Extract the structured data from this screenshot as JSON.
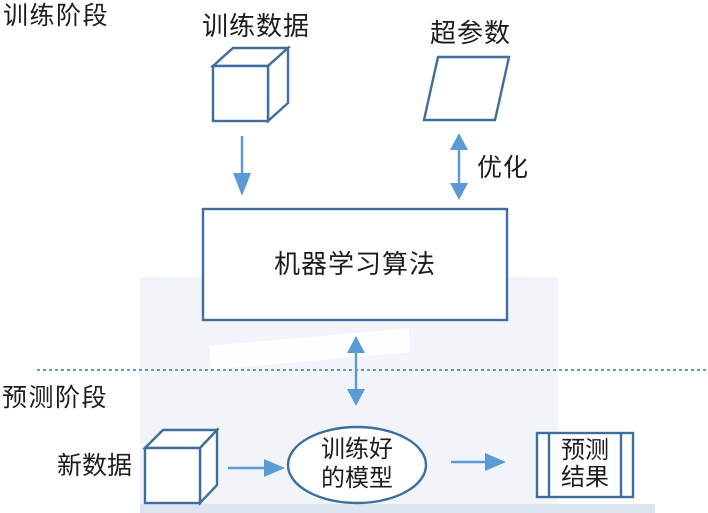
{
  "colors": {
    "shape_stroke": "#3f6e9e",
    "arrow": "#5b9bd5",
    "text": "#1c1c1c",
    "watermark": "#f1f4f9",
    "watermark_band": "#dce4f0"
  },
  "labels": {
    "training_section": "训练阶段",
    "training_data": "训练数据",
    "hyperparameters": "超参数",
    "optimize": "优化",
    "algorithm": "机器学习算法",
    "prediction_section": "预测阶段",
    "new_data": "新数据",
    "trained_model_line1": "训练好",
    "trained_model_line2": "的模型",
    "result_line1": "预测",
    "result_line2": "结果"
  }
}
